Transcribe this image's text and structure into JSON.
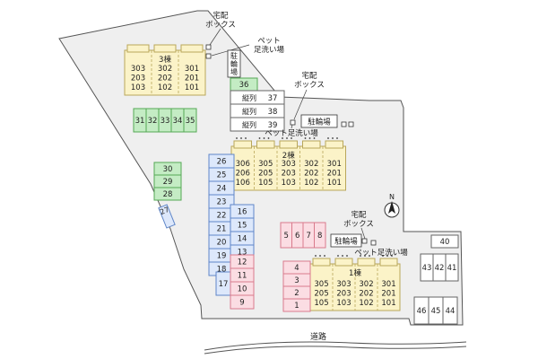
{
  "colors": {
    "site_fill": "#efefef",
    "site_stroke": "#555555",
    "building_fill": "#fbf3c8",
    "building_stroke": "#b9a75a",
    "green_fill": "#c4ecc4",
    "green_stroke": "#55a855",
    "blue_fill": "#dde8fb",
    "blue_stroke": "#5f86c8",
    "pink_fill": "#fbdde3",
    "pink_stroke": "#d97a8c",
    "white_fill": "#ffffff",
    "line": "#444444"
  },
  "labels": {
    "delivery_box": "宅配\nボックス",
    "pet_wash": "ペット\n足洗い場",
    "pet_wash_inline": "ペット足洗い場",
    "bike_parking_vertical": "駐\n輪\n場",
    "bike_parking": "駐輪場",
    "road": "道路",
    "north": "N"
  },
  "buildings": [
    {
      "name": "3棟",
      "units": [
        [
          "303",
          "203",
          "103"
        ],
        [
          "302",
          "202",
          "102"
        ],
        [
          "301",
          "201",
          "101"
        ]
      ]
    },
    {
      "name": "2棟",
      "units": [
        [
          "306",
          "206",
          "106"
        ],
        [
          "305",
          "205",
          "105"
        ],
        [
          "303",
          "203",
          "103"
        ],
        [
          "302",
          "202",
          "102"
        ],
        [
          "301",
          "201",
          "101"
        ]
      ]
    },
    {
      "name": "1棟",
      "units": [
        [
          "305",
          "205",
          "105"
        ],
        [
          "303",
          "203",
          "103"
        ],
        [
          "302",
          "202",
          "102"
        ],
        [
          "301",
          "201",
          "101"
        ]
      ]
    }
  ],
  "parking": {
    "stall_36": "36",
    "column_label": "縦列",
    "column_rows": [
      "37",
      "38",
      "39"
    ],
    "green_row": [
      "31",
      "32",
      "33",
      "34",
      "35"
    ],
    "green_column": [
      "30",
      "29",
      "28"
    ],
    "angled": "27",
    "blue_left": [
      "26",
      "25",
      "24",
      "23",
      "22",
      "21",
      "20",
      "19",
      "18"
    ],
    "blue_right": [
      "16",
      "15",
      "14",
      "13"
    ],
    "stall_17": "17",
    "pink_column": [
      "12",
      "11",
      "10",
      "9"
    ],
    "pink_row": [
      "5",
      "6",
      "7",
      "8"
    ],
    "pink_lower": [
      "4",
      "3",
      "2",
      "1"
    ],
    "stall_40": "40",
    "white_upper": [
      "43",
      "42",
      "41"
    ],
    "white_lower": [
      "46",
      "45",
      "44"
    ]
  }
}
